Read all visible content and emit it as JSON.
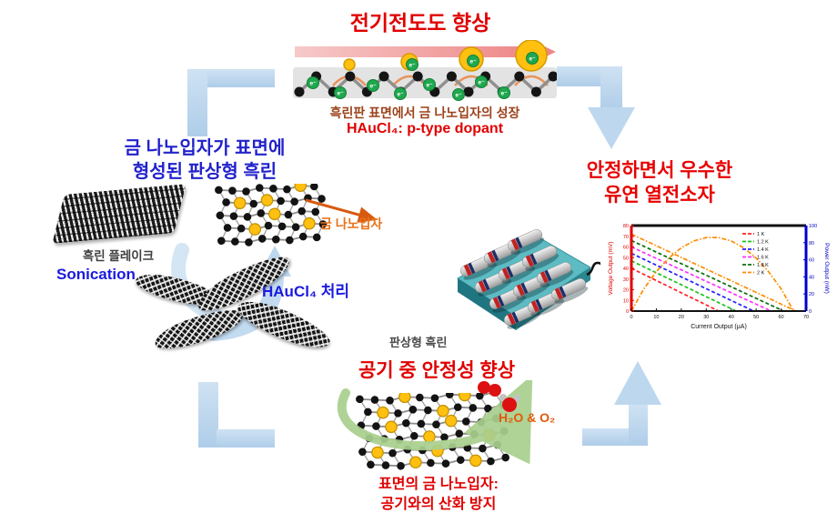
{
  "palette": {
    "red_title": "#E00000",
    "brown_caption": "#9C431C",
    "blue_text": "#1A1AE0",
    "orange_label": "#E8731A",
    "arrow_blue": "#BDD7EE",
    "gold": "#FFC010",
    "electron_green": "#1FA84E",
    "device_teal": "#4FB6BE"
  },
  "top": {
    "title": "전기전도도 향상",
    "caption": "흑린판 표면에서 금 나노입자의 성장",
    "dopant": "HAuCl₄: p-type dopant",
    "electron_label": "e⁻"
  },
  "left": {
    "title_line1": "금 나노입자가 표면에",
    "title_line2": "형성된 판상형 흑린",
    "flake_label": "흑린 플레이크",
    "sonication_label": "Sonication",
    "treatment_label": "HAuCl₄ 처리",
    "sheet_label": "판상형 흑린",
    "au_label": "금 나노입자"
  },
  "right": {
    "title_line1": "안정하면서 우수한",
    "title_line2": "유연 열전소자"
  },
  "bottom": {
    "title": "공기 중 안정성 향상",
    "molecule_label": "H₂O & O₂",
    "caption_line1": "표면의 금 나노입자:",
    "caption_line2": "공기와의 산화 방지"
  },
  "chart_data": {
    "type": "line",
    "title": "",
    "xlabel": "Current Output (μA)",
    "ylabel_left": "Voltage Output (mV)",
    "ylabel_right": "Power Output (nW)",
    "xlim": [
      0,
      70
    ],
    "ylim_left": [
      0,
      80
    ],
    "ylim_right": [
      0,
      100
    ],
    "x_ticks": [
      0,
      10,
      20,
      30,
      40,
      50,
      60,
      70
    ],
    "y_ticks_left": [
      0,
      10,
      20,
      30,
      40,
      50,
      60,
      70,
      80
    ],
    "y_ticks_right": [
      0,
      20,
      40,
      60,
      80,
      100
    ],
    "grid": false,
    "legend_position": "top-right",
    "series": [
      {
        "name": "1 K",
        "color": "#FF2020",
        "axis": "left",
        "style": "dashed",
        "x": [
          0,
          35
        ],
        "y": [
          40,
          0
        ]
      },
      {
        "name": "1.2 K",
        "color": "#18C418",
        "axis": "left",
        "style": "dashed",
        "x": [
          0,
          42
        ],
        "y": [
          47,
          0
        ]
      },
      {
        "name": "1.4 K",
        "color": "#2020FF",
        "axis": "left",
        "style": "dashed",
        "x": [
          0,
          49
        ],
        "y": [
          54,
          0
        ]
      },
      {
        "name": "1.6 K",
        "color": "#FF30FF",
        "axis": "left",
        "style": "dashed",
        "x": [
          0,
          56
        ],
        "y": [
          60,
          0
        ]
      },
      {
        "name": "1.8 K",
        "color": "#0A6E0A",
        "axis": "left",
        "style": "dashed",
        "x": [
          0,
          61
        ],
        "y": [
          66,
          0
        ]
      },
      {
        "name": "2 K",
        "color": "#FF8C00",
        "axis": "left",
        "style": "dashdot",
        "x": [
          0,
          66
        ],
        "y": [
          72,
          0
        ]
      },
      {
        "name": "Power (2 K)",
        "color": "#FF8C00",
        "axis": "right",
        "style": "dashdot",
        "show_in_legend": false,
        "x": [
          0,
          5,
          10,
          15,
          20,
          25,
          30,
          35,
          40,
          45,
          50,
          55,
          60,
          65
        ],
        "y": [
          0,
          26,
          46,
          62,
          74,
          82,
          86,
          86,
          82,
          74,
          62,
          46,
          26,
          0
        ]
      }
    ]
  }
}
